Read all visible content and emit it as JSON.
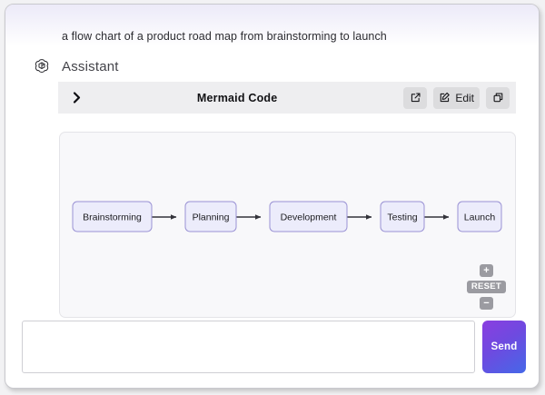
{
  "conversation": {
    "user_prompt": "a flow chart of a product road map from brainstorming to launch",
    "assistant_label": "Assistant",
    "assistant_avatar_icon": "openai-logo-icon"
  },
  "code_block": {
    "title": "Mermaid Code",
    "collapse_icon": "chevron-right-icon",
    "collapsed": true,
    "actions": [
      {
        "name": "open-external",
        "icon": "external-link-icon",
        "label": ""
      },
      {
        "name": "edit",
        "icon": "pencil-square-icon",
        "label": "Edit"
      },
      {
        "name": "copy",
        "icon": "copy-icon",
        "label": ""
      }
    ]
  },
  "diagram": {
    "type": "flowchart",
    "direction": "LR",
    "nodes": [
      {
        "id": "n1",
        "label": "Brainstorming"
      },
      {
        "id": "n2",
        "label": "Planning"
      },
      {
        "id": "n3",
        "label": "Development"
      },
      {
        "id": "n4",
        "label": "Testing"
      },
      {
        "id": "n5",
        "label": "Launch"
      }
    ],
    "edges": [
      {
        "from": "n1",
        "to": "n2"
      },
      {
        "from": "n2",
        "to": "n3"
      },
      {
        "from": "n3",
        "to": "n4"
      },
      {
        "from": "n4",
        "to": "n5"
      }
    ],
    "node_fill": "#ececfb",
    "node_stroke": "#9a92d4",
    "edge_color": "#33333a",
    "canvas_bg": "#f8f8fa"
  },
  "zoom_controls": {
    "zoom_in_label": "+",
    "reset_label": "RESET",
    "zoom_out_label": "−"
  },
  "composer": {
    "input_value": "",
    "input_placeholder": "",
    "send_label": "Send",
    "send_gradient_from": "#8b3ee0",
    "send_gradient_to": "#4568e8"
  }
}
